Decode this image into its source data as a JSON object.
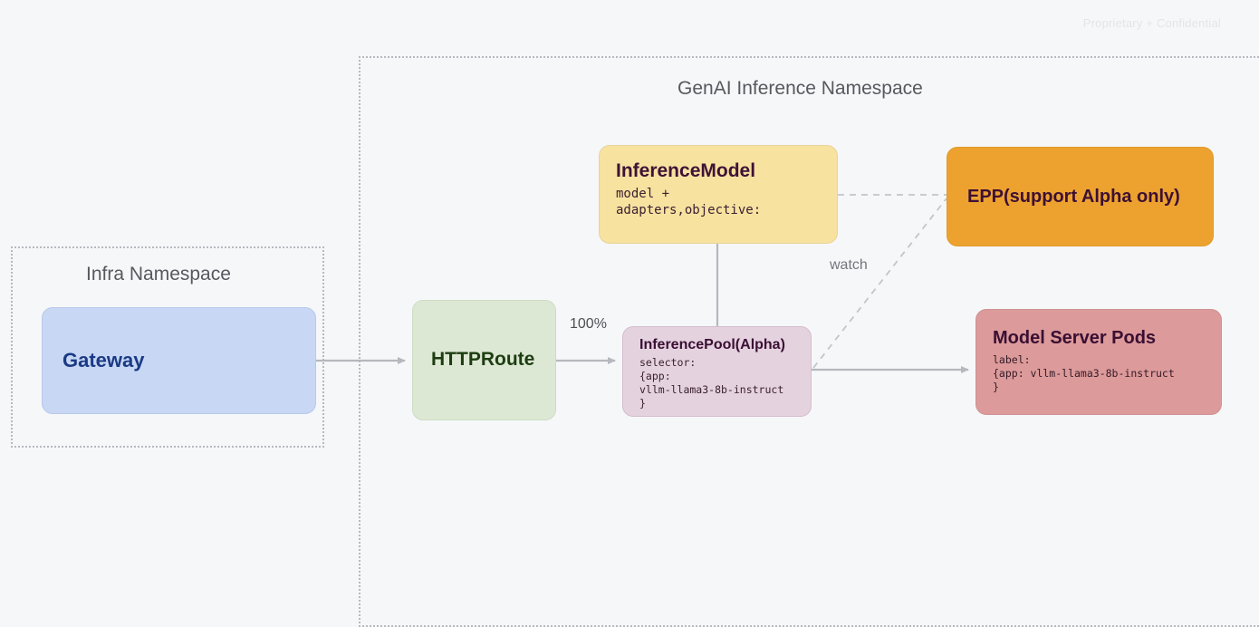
{
  "meta": {
    "watermark": "Proprietary + Confidential"
  },
  "namespaces": [
    {
      "id": "infra",
      "title": "Infra Namespace"
    },
    {
      "id": "genai",
      "title": "GenAI Inference Namespace"
    }
  ],
  "nodes": {
    "gateway": {
      "title": "Gateway",
      "color": "#c7d7f4",
      "text_color": "#1b3a84"
    },
    "httproute": {
      "title": "HTTPRoute",
      "color": "#dde8d4",
      "text_color": "#1d3d11"
    },
    "inference_model": {
      "title": "InferenceModel",
      "line1": "model +",
      "line2": "adapters,objective:",
      "color": "#f7e2a0",
      "text_color": "#3f1236"
    },
    "inference_pool": {
      "title": "InferencePool(Alpha)",
      "line1": "selector:",
      "line2": "{app:",
      "line3": "vllm-llama3-8b-instruct",
      "line4": "}",
      "color": "#e4d2df",
      "text_color": "#3a0f33"
    },
    "epp": {
      "title": "EPP(support Alpha only)",
      "color": "#eda22f",
      "text_color": "#3d1033"
    },
    "model_server_pods": {
      "title": "Model Server Pods",
      "line1": "label:",
      "line2": "{app: vllm-llama3-8b-instruct",
      "line3": "}",
      "color": "#dc9a9a",
      "text_color": "#3a0f33"
    }
  },
  "edges": {
    "gateway_to_httproute": {
      "label": ""
    },
    "httproute_to_pool": {
      "label": "100%"
    },
    "model_to_epp": {
      "label": ""
    },
    "pool_to_epp": {
      "label": "watch"
    },
    "pool_to_pods": {
      "label": ""
    }
  },
  "colors": {
    "background": "#f6f7f9",
    "connector": "#b5b8bd",
    "dashed": "#c2c5ca",
    "namespace_border": "#b6b9bf",
    "namespace_title": "#56595e"
  }
}
